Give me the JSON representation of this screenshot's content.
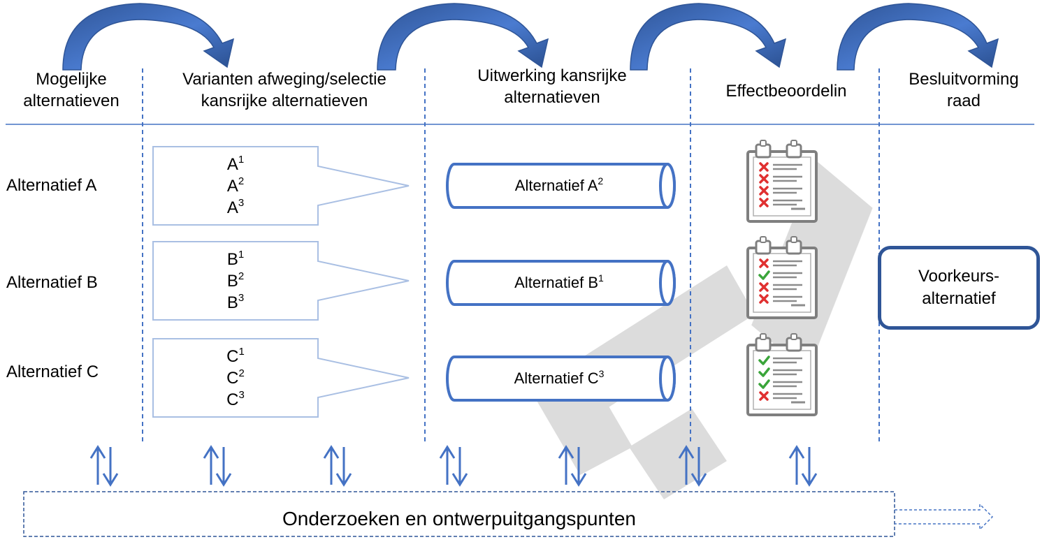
{
  "phases": [
    {
      "line1": "Mogelijke",
      "line2": "alternatieven"
    },
    {
      "line1": "Varianten afweging/selectie",
      "line2": "kansrijke alternatieven"
    },
    {
      "line1": "Uitwerking kansrijke",
      "line2": "alternatieven"
    },
    {
      "line1": "Effectbeoordelin",
      "line2": ""
    },
    {
      "line1": "Besluitvorming",
      "line2": "raad"
    }
  ],
  "alternatives": [
    {
      "label": "Alternatief A",
      "variants": [
        {
          "base": "A",
          "sup": "1"
        },
        {
          "base": "A",
          "sup": "2"
        },
        {
          "base": "A",
          "sup": "3"
        }
      ],
      "selected": {
        "base": "Alternatief A",
        "sup": "2"
      },
      "assessment": [
        "cross",
        "cross",
        "cross",
        "cross"
      ]
    },
    {
      "label": "Alternatief B",
      "variants": [
        {
          "base": "B",
          "sup": "1"
        },
        {
          "base": "B",
          "sup": "2"
        },
        {
          "base": "B",
          "sup": "3"
        }
      ],
      "selected": {
        "base": "Alternatief B",
        "sup": "1"
      },
      "assessment": [
        "cross",
        "check",
        "cross",
        "cross"
      ]
    },
    {
      "label": "Alternatief C",
      "variants": [
        {
          "base": "C",
          "sup": "1"
        },
        {
          "base": "C",
          "sup": "2"
        },
        {
          "base": "C",
          "sup": "3"
        }
      ],
      "selected": {
        "base": "Alternatief C",
        "sup": "3"
      },
      "assessment": [
        "check",
        "check",
        "check",
        "cross"
      ]
    }
  ],
  "preferred": {
    "line1": "Voorkeurs-",
    "line2": "alternatief"
  },
  "base_label": "Onderzoeken en ontwerpuitgangspunten",
  "colors": {
    "accent": "#4472c4",
    "accent_dark": "#2f5597",
    "outline_light": "#a9bfe3",
    "clipboard": "#7f7f7f",
    "cross": "#e03030",
    "check": "#3aa53a",
    "watermark": "#d9d9d9"
  }
}
